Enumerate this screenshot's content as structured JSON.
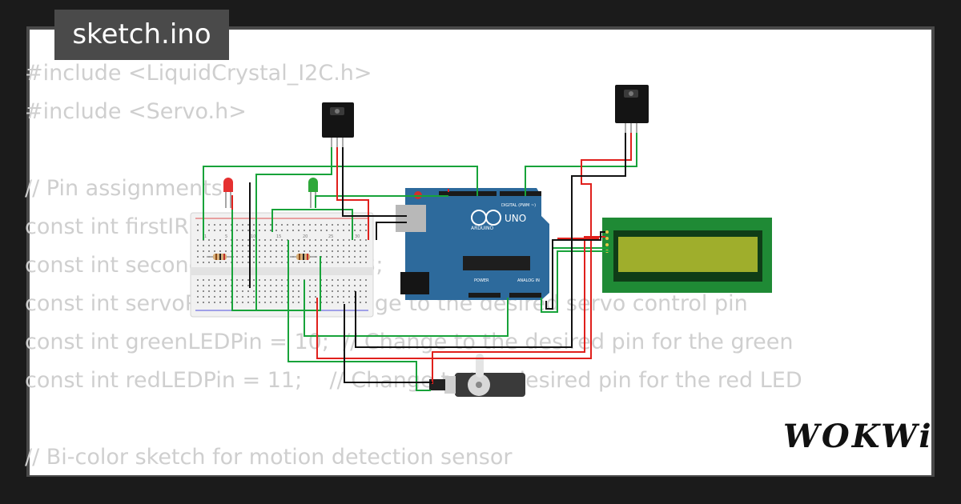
{
  "project": {
    "filename": "sketch.ino"
  },
  "brand": {
    "logo_text": "WOKWi"
  },
  "code_lines": [
    "#include <LiquidCrystal_I2C.h>",
    "#include <Servo.h>",
    "",
    "// Pin assignments",
    "const int firstIRSensorPin = 2;",
    "const int secondIRSensorPin = 3;",
    "const int servoPin = 9;    // Change to the desired servo control pin",
    "const int greenLEDPin = 10;  // Change to the desired pin for the green",
    "const int redLEDPin = 11;    // Change to the desired pin for the red LED",
    "",
    "// Bi-color sketch for motion detection sensor"
  ],
  "arduino": {
    "board_name": "UNO",
    "brand": "ARDUINO",
    "digital_label": "DIGITAL (PWM ~)",
    "power_label": "POWER",
    "analog_label": "ANALOG IN"
  },
  "breadboard": {
    "col_labels": [
      "1",
      "5",
      "10",
      "15",
      "20",
      "25",
      "30"
    ]
  },
  "colors": {
    "background": "#1b1b1b",
    "frame": "#4a4a4a",
    "code_text": "#cfcfcf",
    "arduino_board": "#2d6a9c",
    "lcd_board": "#1f8a35",
    "lcd_screen": "#9fae2c",
    "wire_green": "#18a33a",
    "wire_red": "#e0201c",
    "wire_black": "#111111"
  }
}
